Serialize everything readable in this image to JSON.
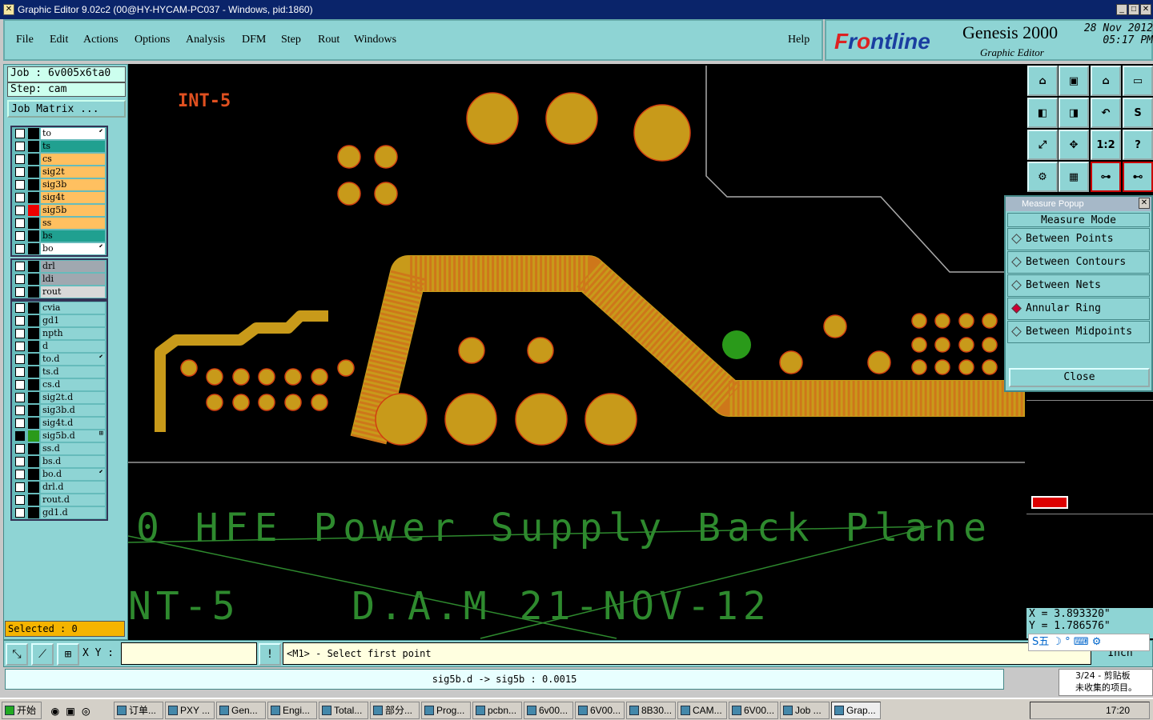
{
  "window": {
    "title": "Graphic Editor 9.02c2 (00@HY-HYCAM-PC037 - Windows, pid:1860)"
  },
  "menu": {
    "items": [
      "File",
      "Edit",
      "Actions",
      "Options",
      "Analysis",
      "DFM",
      "Step",
      "Rout",
      "Windows"
    ],
    "help": "Help"
  },
  "brand": {
    "logo_a": "F",
    "logo_b": "r",
    "logo_rest": "ntline",
    "logo_o": "o",
    "title": "Genesis 2000",
    "subtitle": "Graphic Editor",
    "date": "28 Nov 2012",
    "time": "05:17 PM"
  },
  "job": {
    "job_line": "Job : 6v005x6ta0",
    "step_line": "Step: cam",
    "matrix_button": "Job Matrix ..."
  },
  "layers_group1": [
    {
      "name": "to",
      "color": "#ffffff",
      "mark": "⬋"
    },
    {
      "name": "ts",
      "color": "#20a090",
      "mark": ""
    },
    {
      "name": "cs",
      "color": "#ffc060",
      "mark": ""
    },
    {
      "name": "sig2t",
      "color": "#ffc060",
      "mark": ""
    },
    {
      "name": "sig3b",
      "color": "#ffc060",
      "mark": ""
    },
    {
      "name": "sig4t",
      "color": "#ffc060",
      "mark": ""
    },
    {
      "name": "sig5b",
      "color": "#ffc060",
      "mark": ""
    },
    {
      "name": "ss",
      "color": "#ffc060",
      "mark": ""
    },
    {
      "name": "bs",
      "color": "#20a090",
      "mark": ""
    },
    {
      "name": "bo",
      "color": "#ffffff",
      "mark": "⬋"
    }
  ],
  "layers_group2": [
    {
      "name": "drl",
      "color": "#a0a8b0",
      "mark": ""
    },
    {
      "name": "ldi",
      "color": "#a0a8b0",
      "mark": ""
    },
    {
      "name": "rout",
      "color": "#d8d8d8",
      "mark": ""
    }
  ],
  "layers_group3": [
    {
      "name": "cvia",
      "color": "#8ed4d4",
      "mark": ""
    },
    {
      "name": "gd1",
      "color": "#8ed4d4",
      "mark": ""
    },
    {
      "name": "npth",
      "color": "#8ed4d4",
      "mark": ""
    },
    {
      "name": "d",
      "color": "#8ed4d4",
      "mark": ""
    },
    {
      "name": "to.d",
      "color": "#8ed4d4",
      "mark": "⬋"
    },
    {
      "name": "ts.d",
      "color": "#8ed4d4",
      "mark": ""
    },
    {
      "name": "cs.d",
      "color": "#8ed4d4",
      "mark": ""
    },
    {
      "name": "sig2t.d",
      "color": "#8ed4d4",
      "mark": ""
    },
    {
      "name": "sig3b.d",
      "color": "#8ed4d4",
      "mark": ""
    },
    {
      "name": "sig4t.d",
      "color": "#8ed4d4",
      "mark": ""
    },
    {
      "name": "sig5b.d",
      "color": "#8ed4d4",
      "mark": "⊞"
    },
    {
      "name": "ss.d",
      "color": "#8ed4d4",
      "mark": ""
    },
    {
      "name": "bs.d",
      "color": "#8ed4d4",
      "mark": ""
    },
    {
      "name": "bo.d",
      "color": "#8ed4d4",
      "mark": "⬋"
    },
    {
      "name": "drl.d",
      "color": "#8ed4d4",
      "mark": ""
    },
    {
      "name": "rout.d",
      "color": "#8ed4d4",
      "mark": ""
    },
    {
      "name": "gd1.d",
      "color": "#8ed4d4",
      "mark": ""
    }
  ],
  "selected": "Selected : 0",
  "canvas": {
    "layer_label": "INT-5",
    "text_line1": "0 HFE Power Supply Back Plane",
    "text_line2": "NT-5    D.A.M 21-NOV-12"
  },
  "tools": {
    "b_oneone": "1:2",
    "b_help": "?"
  },
  "measure": {
    "title": "Measure Popup",
    "heading": "Measure Mode",
    "options": [
      {
        "label": "Between Points",
        "active": false
      },
      {
        "label": "Between Contours",
        "active": false
      },
      {
        "label": "Between Nets",
        "active": false
      },
      {
        "label": "Annular Ring",
        "active": true
      },
      {
        "label": "Between Midpoints",
        "active": false
      }
    ],
    "close": "Close"
  },
  "coords": {
    "x": "X = 3.893320\"",
    "y": "Y = 1.786576\""
  },
  "cmd": {
    "xy_label": "X Y :",
    "xy_value": "",
    "prompt": "<M1> - Select first point",
    "unit": "Inch"
  },
  "status": "sig5b.d -> sig5b : 0.0015",
  "ime": "S五",
  "clip": {
    "line1": "3/24 - 剪贴板",
    "line2": "未收集的项目。"
  },
  "taskbar": {
    "start": "开始",
    "items": [
      "订单...",
      "PXY ...",
      "Gen...",
      "Engi...",
      "Total...",
      "部分...",
      "Prog...",
      "pcbn...",
      "6v00...",
      "6V00...",
      "8B30...",
      "CAM...",
      "6V00...",
      "Job ...",
      "Grap..."
    ],
    "clock": "17:20"
  }
}
